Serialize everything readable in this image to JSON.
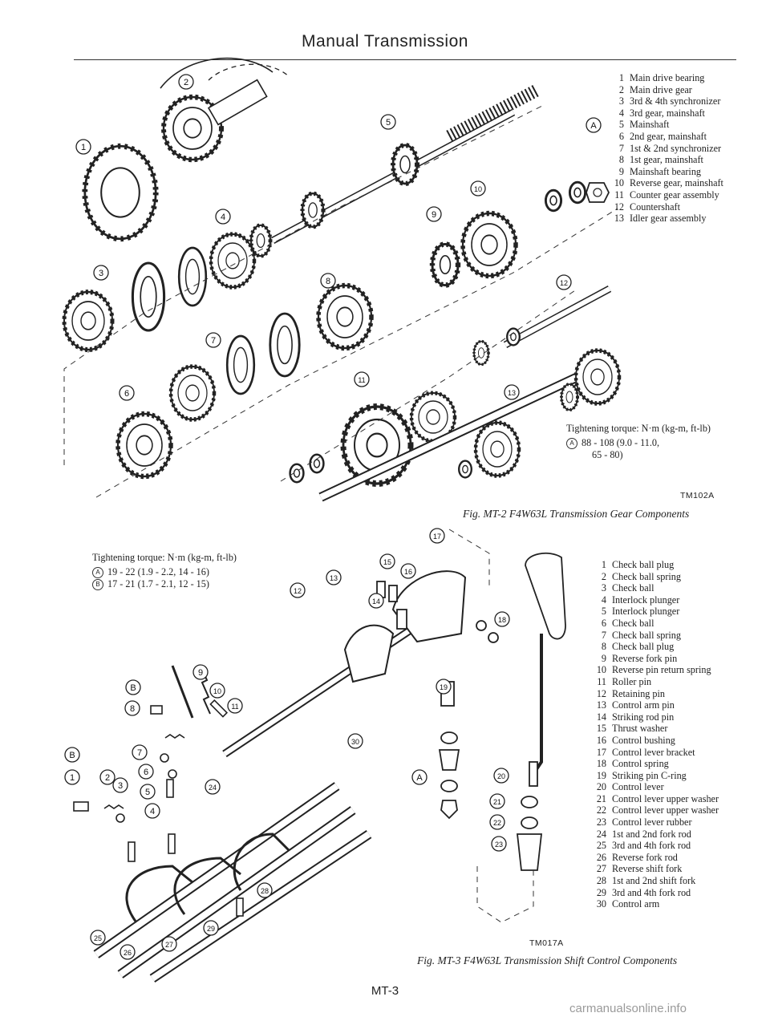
{
  "header": {
    "title": "Manual Transmission"
  },
  "figure1": {
    "caption": "Fig. MT-2  F4W63L Transmission Gear Components",
    "code": "TM102A",
    "parts": [
      {
        "num": "1",
        "name": "Main drive bearing"
      },
      {
        "num": "2",
        "name": "Main drive gear"
      },
      {
        "num": "3",
        "name": "3rd & 4th synchronizer"
      },
      {
        "num": "4",
        "name": "3rd gear, mainshaft"
      },
      {
        "num": "5",
        "name": "Mainshaft"
      },
      {
        "num": "6",
        "name": "2nd gear, mainshaft"
      },
      {
        "num": "7",
        "name": "1st & 2nd synchronizer"
      },
      {
        "num": "8",
        "name": "1st gear, mainshaft"
      },
      {
        "num": "9",
        "name": "Mainshaft bearing"
      },
      {
        "num": "10",
        "name": "Reverse gear, mainshaft"
      },
      {
        "num": "11",
        "name": "Counter gear assembly"
      },
      {
        "num": "12",
        "name": "Countershaft"
      },
      {
        "num": "13",
        "name": "Idler gear assembly"
      }
    ],
    "torque": {
      "heading": "Tightening torque: N·m (kg-m, ft-lb)",
      "rows": [
        {
          "symbol": "A",
          "value": "88 - 108 (9.0 - 11.0,"
        },
        {
          "symbol": "",
          "value": "65 - 80)"
        }
      ]
    },
    "callouts": [
      "1",
      "2",
      "3",
      "4",
      "5",
      "6",
      "7",
      "8",
      "9",
      "10",
      "11",
      "12",
      "13",
      "A"
    ]
  },
  "figure2": {
    "caption": "Fig. MT-3  F4W63L Transmission Shift Control Components",
    "code": "TM017A",
    "parts": [
      {
        "num": "1",
        "name": "Check ball plug"
      },
      {
        "num": "2",
        "name": "Check ball spring"
      },
      {
        "num": "3",
        "name": "Check ball"
      },
      {
        "num": "4",
        "name": "Interlock plunger"
      },
      {
        "num": "5",
        "name": "Interlock plunger"
      },
      {
        "num": "6",
        "name": "Check ball"
      },
      {
        "num": "7",
        "name": "Check ball spring"
      },
      {
        "num": "8",
        "name": "Check ball plug"
      },
      {
        "num": "9",
        "name": "Reverse fork pin"
      },
      {
        "num": "10",
        "name": "Reverse pin return spring"
      },
      {
        "num": "11",
        "name": "Roller pin"
      },
      {
        "num": "12",
        "name": "Retaining pin"
      },
      {
        "num": "13",
        "name": "Control arm pin"
      },
      {
        "num": "14",
        "name": "Striking rod pin"
      },
      {
        "num": "15",
        "name": "Thrust washer"
      },
      {
        "num": "16",
        "name": "Control bushing"
      },
      {
        "num": "17",
        "name": "Control lever bracket"
      },
      {
        "num": "18",
        "name": "Control spring"
      },
      {
        "num": "19",
        "name": "Striking pin C-ring"
      },
      {
        "num": "20",
        "name": "Control lever"
      },
      {
        "num": "21",
        "name": "Control lever upper washer"
      },
      {
        "num": "22",
        "name": "Control lever upper washer"
      },
      {
        "num": "23",
        "name": "Control lever rubber"
      },
      {
        "num": "24",
        "name": "1st and 2nd fork rod"
      },
      {
        "num": "25",
        "name": "3rd and 4th fork rod"
      },
      {
        "num": "26",
        "name": "Reverse fork rod"
      },
      {
        "num": "27",
        "name": "Reverse shift fork"
      },
      {
        "num": "28",
        "name": "1st and 2nd shift fork"
      },
      {
        "num": "29",
        "name": "3rd and 4th fork rod"
      },
      {
        "num": "30",
        "name": "Control arm"
      }
    ],
    "torque": {
      "heading": "Tightening torque: N·m (kg-m, ft-lb)",
      "rows": [
        {
          "symbol": "A",
          "value": "19 - 22 (1.9 - 2.2, 14 - 16)"
        },
        {
          "symbol": "B",
          "value": "17 - 21 (1.7 - 2.1, 12 - 15)"
        }
      ]
    },
    "callouts": [
      "1",
      "2",
      "3",
      "4",
      "5",
      "6",
      "7",
      "8",
      "9",
      "10",
      "11",
      "12",
      "13",
      "14",
      "15",
      "16",
      "17",
      "18",
      "19",
      "20",
      "21",
      "22",
      "23",
      "24",
      "25",
      "26",
      "27",
      "28",
      "29",
      "30",
      "A",
      "B",
      "B"
    ]
  },
  "footer": {
    "page": "MT-3",
    "watermark": "carmanualsonline.info"
  }
}
